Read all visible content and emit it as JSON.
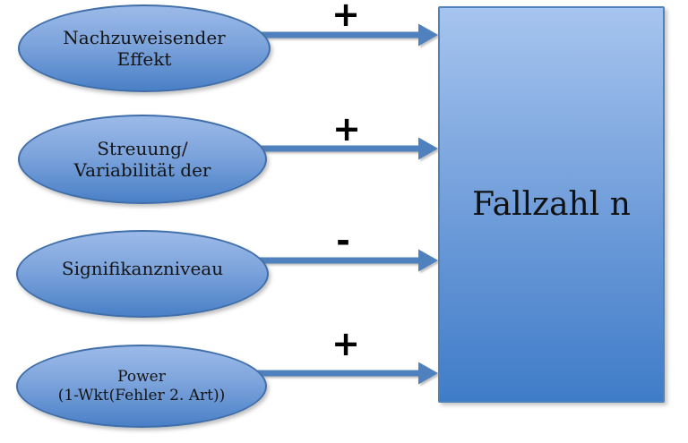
{
  "diagram": {
    "target": {
      "label": "Fallzahl n"
    },
    "factors": [
      {
        "line1": "Nachzuweisender",
        "line2": "Effekt",
        "sign": "+"
      },
      {
        "line1": "Streuung/",
        "line2": "Variabilität der",
        "sign": "+"
      },
      {
        "line1": "Signifikanzniveau",
        "line2": "",
        "sign": "-"
      },
      {
        "line1": "Power",
        "line2": "(1-Wkt(Fehler 2. Art))",
        "sign": "+"
      }
    ],
    "colors": {
      "ellipse_fill_top": "#9cbae8",
      "ellipse_fill_bottom": "#4a80c7",
      "ellipse_border": "#3f6ea8",
      "box_fill_top": "#a6c4ee",
      "box_fill_bottom": "#3f7cc8",
      "box_border": "#4f81bd",
      "arrow": "#4e81bd",
      "text": "#141414",
      "sign": "#000000"
    }
  }
}
